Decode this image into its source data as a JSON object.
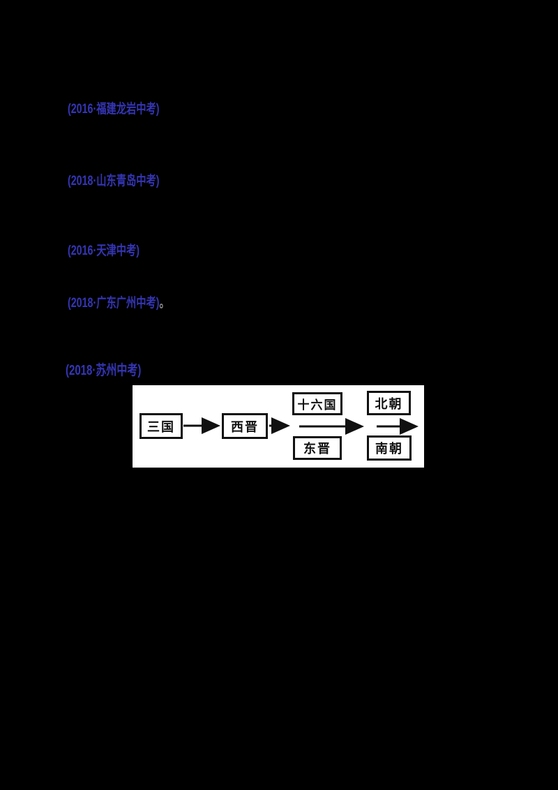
{
  "page": {
    "background_color": "#000000",
    "citation_color": "#3535b5"
  },
  "citations": [
    {
      "text": "(2016·福建龙岩中考)"
    },
    {
      "text": "(2018·山东青岛中考)"
    },
    {
      "text": "(2016·天津中考)"
    },
    {
      "text": "(2018·广东广州中考)",
      "suffix": "。"
    },
    {
      "text": "(2018·苏州中考)"
    }
  ],
  "diagram": {
    "description": "魏晋南北朝朝代更替示意图",
    "background_color": "#ffffff",
    "line_color": "#111111",
    "boxes": [
      {
        "label": "三国"
      },
      {
        "label": "西晋"
      },
      {
        "label": "十六国"
      },
      {
        "label": "东晋"
      },
      {
        "label": "北朝"
      },
      {
        "label": "南朝"
      }
    ],
    "flow": "三国 → 西晋 → (十六国 / 东晋) → (北朝 / 南朝) →"
  }
}
